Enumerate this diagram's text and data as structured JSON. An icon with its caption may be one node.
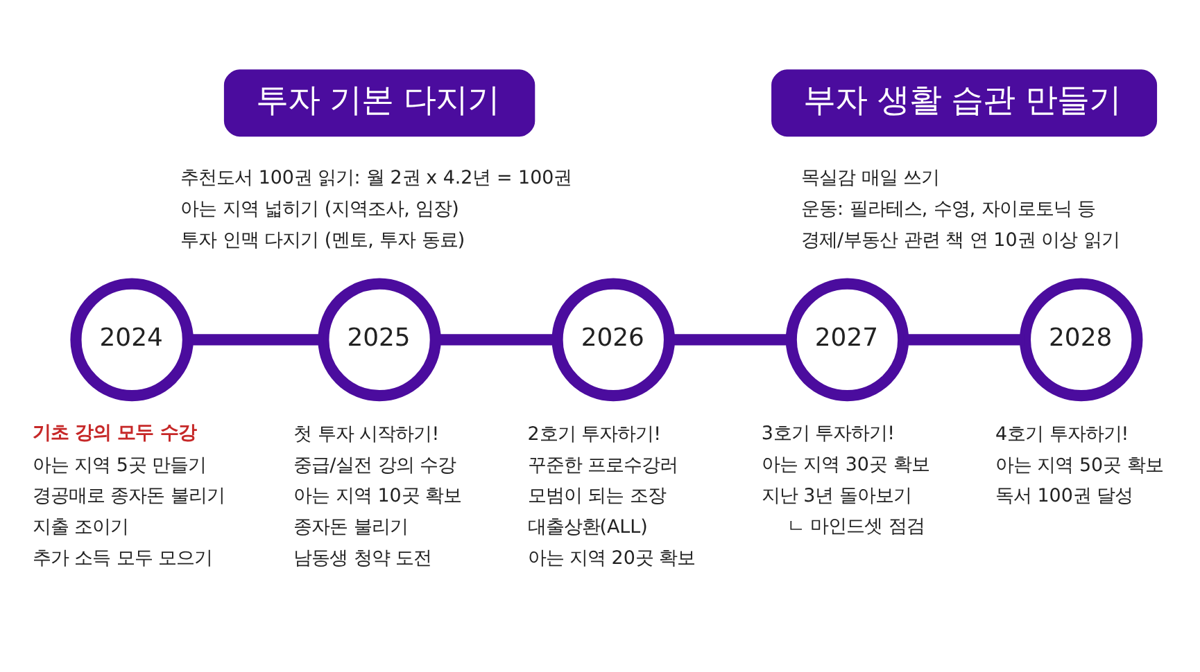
{
  "diagram": {
    "nodes": [
      {
        "text": [
          "투자 기본 다지기"
        ],
        "beside": [
          "추천도서 100권 읽기: 월 2권 x 4.2년 = 100권",
          "아는 지역 넓히기 (지역조사, 임장)",
          "투자 인맥 다지기 (멘토, 투자 동료)"
        ]
      },
      {
        "text": [
          "부자 생활 습관 만들기"
        ],
        "beside": [
          "목실감 매일 쓰기",
          "운동: 필라테스, 수영, 자이로토닉 등",
          "경제/부동산 관련 책 연 10권 이상 읽기"
        ]
      },
      {
        "text": [
          "2024"
        ],
        "beside": [
          "기초 강의 모두 수강",
          "아는 지역 5곳 만들기",
          "경공매로 종자돈 불리기",
          "지출 조이기",
          "추가 소득 모두 모으기"
        ]
      },
      {
        "text": [
          "2025"
        ],
        "beside": [
          "첫 투자 시작하기!",
          "중급/실전 강의 수강",
          "아는 지역 10곳 확보",
          "종자돈 불리기",
          "남동생 청약 도전"
        ]
      },
      {
        "text": [
          "2026"
        ],
        "beside": [
          "2호기 투자하기!",
          "꾸준한 프로수강러",
          "모범이 되는 조장",
          "대출상환(ALL)",
          "아는 지역 20곳 확보"
        ]
      },
      {
        "text": [
          "2027"
        ],
        "beside": [
          "3호기 투자하기!",
          "아는 지역 30곳 확보",
          "지난 3년 돌아보기",
          "ㄴ 마인드셋 점검"
        ]
      },
      {
        "text": [
          "2028"
        ],
        "beside": [
          "4호기 투자하기!",
          "아는 지역 50곳 확보",
          "독서 100권 달성"
        ]
      }
    ],
    "edges": [
      {
        "from": 2,
        "to": 3,
        "arrow": "none"
      },
      {
        "from": 3,
        "to": 4,
        "arrow": "none"
      },
      {
        "from": 4,
        "to": 5,
        "arrow": "none"
      },
      {
        "from": 5,
        "to": 6,
        "arrow": "none"
      }
    ]
  }
}
